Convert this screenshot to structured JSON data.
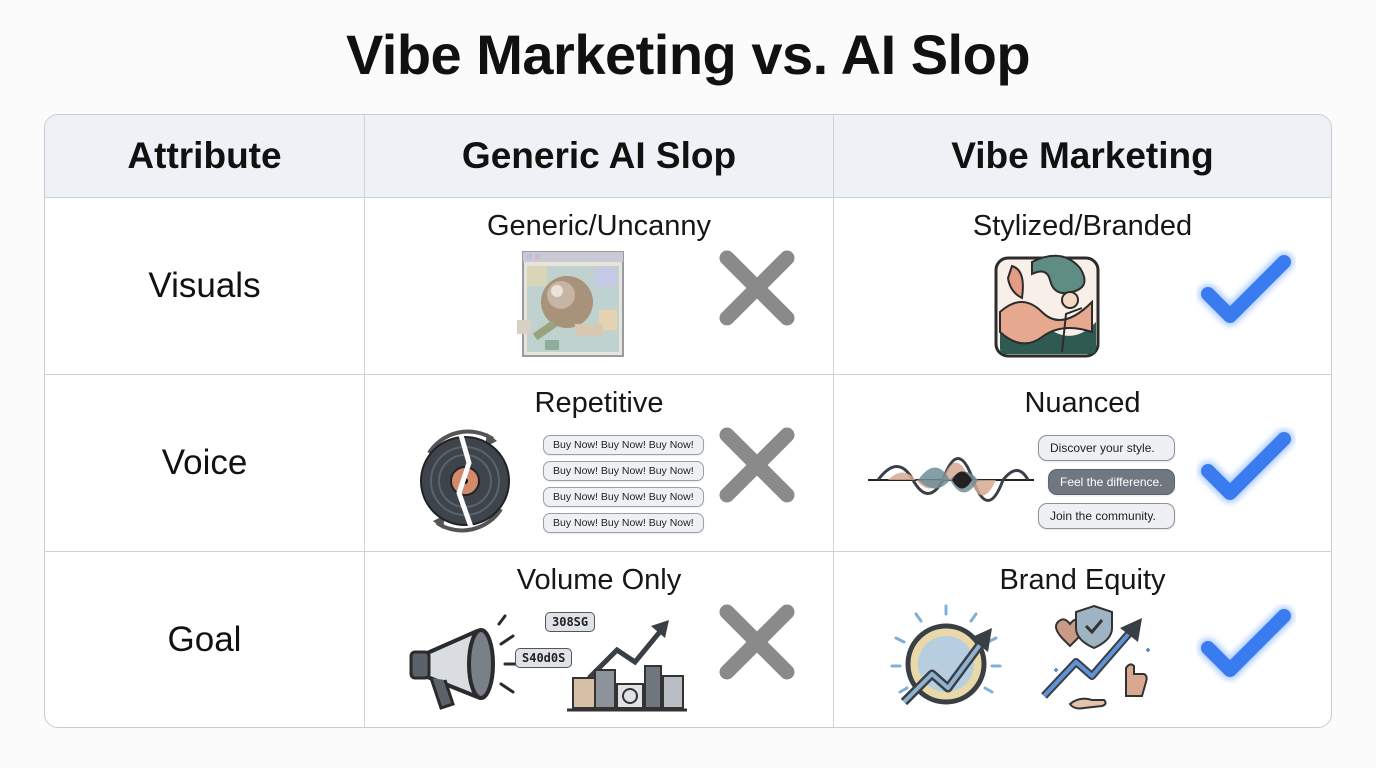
{
  "title": "Vibe Marketing vs. AI Slop",
  "headers": [
    "Attribute",
    "Generic AI Slop",
    "Vibe Marketing"
  ],
  "rows": [
    {
      "attribute": "Visuals",
      "slop": "Generic/Uncanny",
      "vibe": "Stylized/Branded"
    },
    {
      "attribute": "Voice",
      "slop": "Repetitive",
      "vibe": "Nuanced",
      "slop_bubbles": [
        "Buy Now! Buy Now! Buy Now!",
        "Buy Now! Buy Now! Buy Now!",
        "Buy Now! Buy Now! Buy Now!",
        "Buy Now! Buy Now! Buy Now!"
      ],
      "vibe_bubbles": [
        "Discover your style.",
        "Feel the difference.",
        "Join the community."
      ]
    },
    {
      "attribute": "Goal",
      "slop": "Volume Only",
      "vibe": "Brand Equity",
      "slop_tags": [
        "308SG",
        "S40d0S"
      ]
    }
  ],
  "icons": {
    "slop_mark": "x-icon",
    "vibe_mark": "checkmark-icon"
  },
  "colors": {
    "x_mark": "#8a8a8a",
    "check_mark": "#3a7cf0",
    "header_bg": "#eef1f6",
    "border": "#cfd2d8"
  }
}
